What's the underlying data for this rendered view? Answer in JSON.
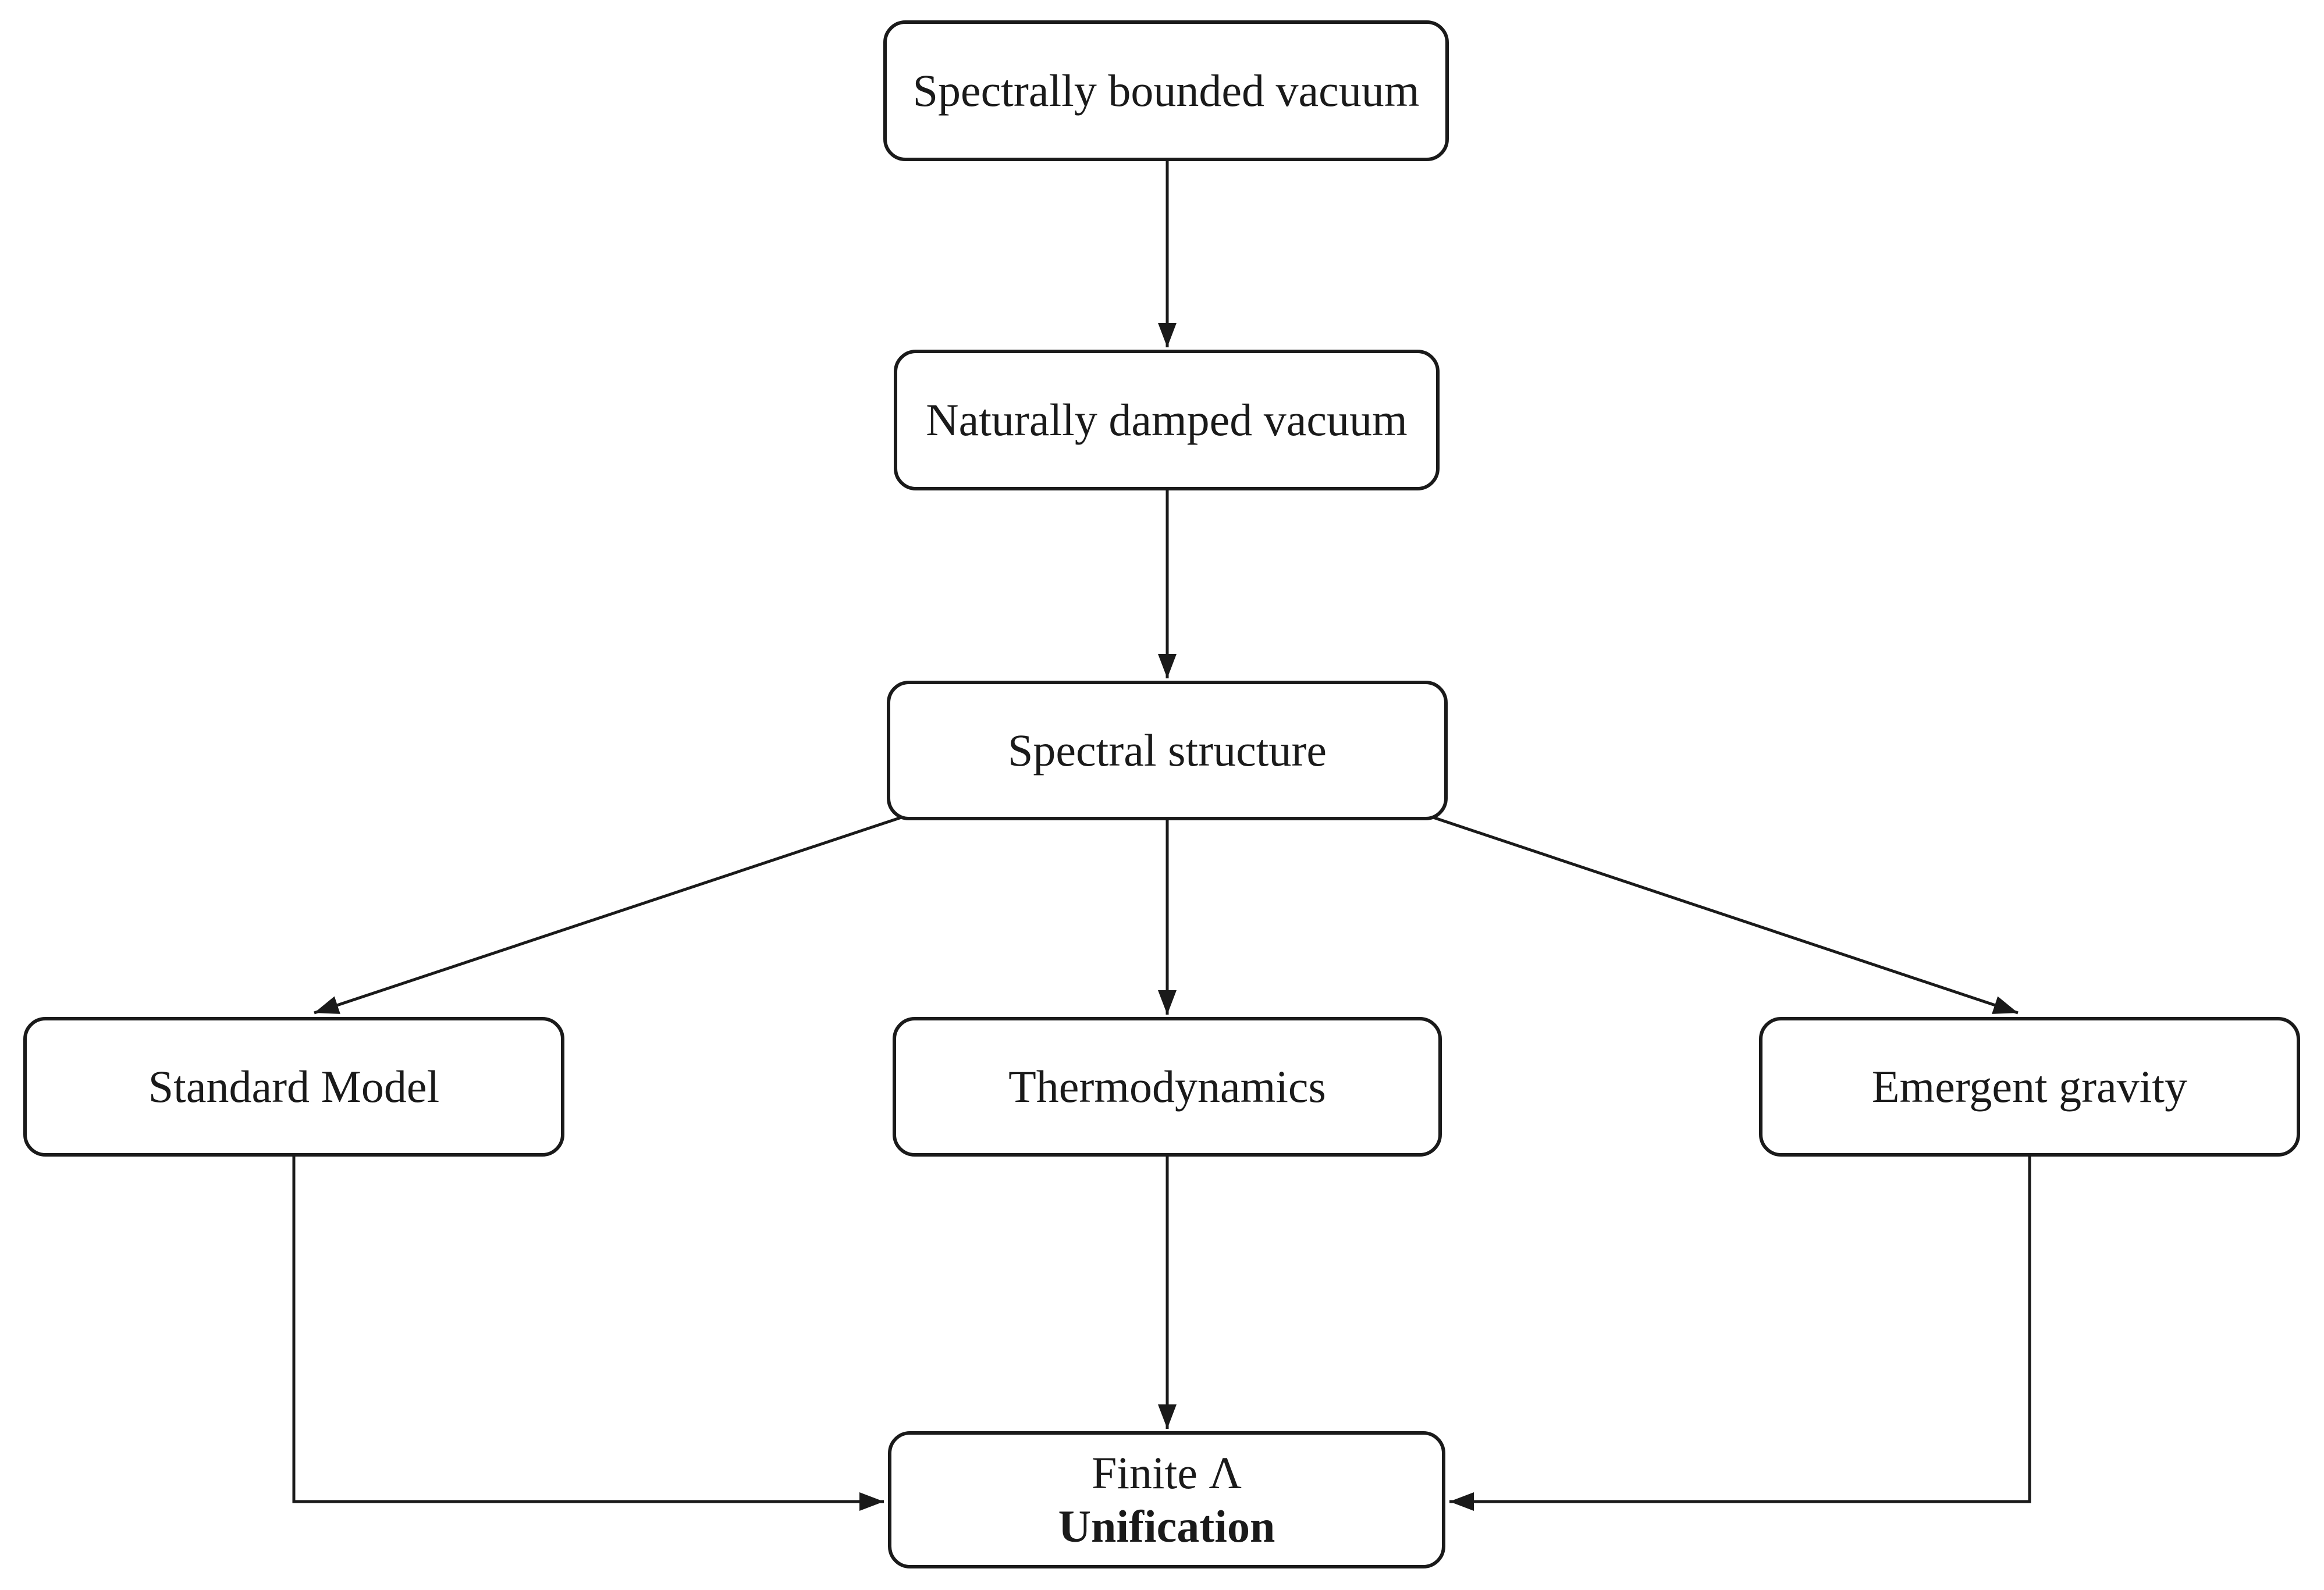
{
  "diagram": {
    "background_color": "#ffffff",
    "stroke_color": "#1a1a1a",
    "nodes": [
      {
        "id": "spectrally-bounded-vacuum",
        "label": "Spectrally bounded vacuum"
      },
      {
        "id": "naturally-damped-vacuum",
        "label": "Naturally damped vacuum"
      },
      {
        "id": "spectral-structure",
        "label": "Spectral structure"
      },
      {
        "id": "standard-model",
        "label": "Standard Model"
      },
      {
        "id": "thermodynamics",
        "label": "Thermodynamics"
      },
      {
        "id": "emergent-gravity",
        "label": "Emergent gravity"
      },
      {
        "id": "finite-lambda-unification",
        "label_line1": "Finite Λ",
        "label_line2": "Unification"
      }
    ],
    "edges": [
      {
        "from": "spectrally-bounded-vacuum",
        "to": "naturally-damped-vacuum"
      },
      {
        "from": "naturally-damped-vacuum",
        "to": "spectral-structure"
      },
      {
        "from": "spectral-structure",
        "to": "standard-model"
      },
      {
        "from": "spectral-structure",
        "to": "thermodynamics"
      },
      {
        "from": "spectral-structure",
        "to": "emergent-gravity"
      },
      {
        "from": "standard-model",
        "to": "finite-lambda-unification"
      },
      {
        "from": "thermodynamics",
        "to": "finite-lambda-unification"
      },
      {
        "from": "emergent-gravity",
        "to": "finite-lambda-unification"
      }
    ]
  }
}
